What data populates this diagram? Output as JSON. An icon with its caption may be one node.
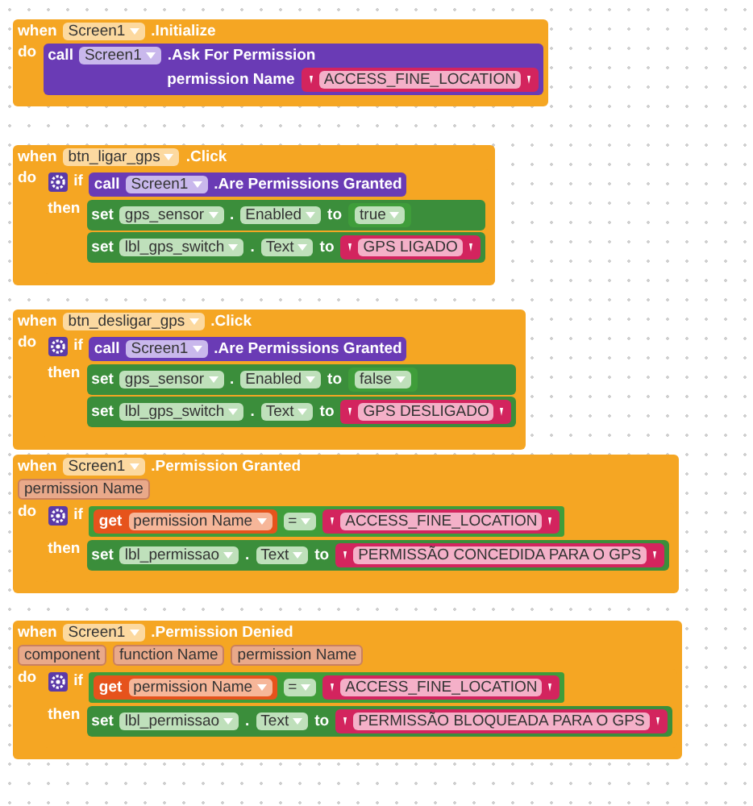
{
  "diagram": {
    "nodes": [
      {
        "text": [
          "when",
          ".Initialize",
          "do"
        ]
      },
      {
        "text": [
          "Screen1"
        ],
        "in": 0
      },
      {
        "text": [
          "call",
          ".Ask For Permission",
          "permission Name"
        ],
        "in": 0
      },
      {
        "text": [
          "Screen1"
        ],
        "in": 2
      },
      {
        "text": [
          "ACCESS_FINE_LOCATION"
        ],
        "in": 2
      },
      {
        "text": [
          "when",
          ".Click",
          "do"
        ]
      },
      {
        "text": [
          "btn_ligar_gps"
        ],
        "in": 5
      },
      {
        "text": [
          "if",
          "then"
        ],
        "in": 5
      },
      {
        "text": [
          "call",
          ".Are Permissions Granted"
        ],
        "in": 7
      },
      {
        "text": [
          "Screen1"
        ],
        "in": 8
      },
      {
        "text": [
          "set",
          ".",
          "to"
        ],
        "in": 7
      },
      {
        "text": [
          "gps_sensor"
        ],
        "in": 10
      },
      {
        "text": [
          "Enabled"
        ],
        "in": 10
      },
      {
        "text": [
          "true"
        ],
        "in": 10
      },
      {
        "text": [
          "set",
          ".",
          "to"
        ],
        "in": 7
      },
      {
        "text": [
          "lbl_gps_switch"
        ],
        "in": 14
      },
      {
        "text": [
          "Text"
        ],
        "in": 14
      },
      {
        "text": [
          "GPS LIGADO"
        ],
        "in": 14
      },
      {
        "text": [
          "when",
          ".Click",
          "do"
        ]
      },
      {
        "text": [
          "btn_desligar_gps"
        ],
        "in": 18
      },
      {
        "text": [
          "if",
          "then"
        ],
        "in": 18
      },
      {
        "text": [
          "call",
          ".Are Permissions Granted"
        ],
        "in": 20
      },
      {
        "text": [
          "Screen1"
        ],
        "in": 21
      },
      {
        "text": [
          "set",
          ".",
          "to"
        ],
        "in": 20
      },
      {
        "text": [
          "gps_sensor"
        ],
        "in": 23
      },
      {
        "text": [
          "Enabled"
        ],
        "in": 23
      },
      {
        "text": [
          "false"
        ],
        "in": 23
      },
      {
        "text": [
          "set",
          ".",
          "to"
        ],
        "in": 20
      },
      {
        "text": [
          "lbl_gps_switch"
        ],
        "in": 27
      },
      {
        "text": [
          "Text"
        ],
        "in": 27
      },
      {
        "text": [
          "GPS DESLIGADO"
        ],
        "in": 27
      },
      {
        "text": [
          "when",
          ".Permission Granted",
          "do"
        ]
      },
      {
        "text": [
          "Screen1"
        ],
        "in": 31
      },
      {
        "text": [
          "permission Name"
        ],
        "in": 31
      },
      {
        "text": [
          "if",
          "then"
        ],
        "in": 31
      },
      {
        "text": [],
        "shape": "box",
        "in": 34
      },
      {
        "text": [
          "get"
        ],
        "in": 35
      },
      {
        "text": [
          "permission Name"
        ],
        "in": 36
      },
      {
        "text": [
          "="
        ],
        "in": 35
      },
      {
        "text": [
          "ACCESS_FINE_LOCATION"
        ],
        "in": 35
      },
      {
        "text": [
          "set",
          ".",
          "to"
        ],
        "in": 34
      },
      {
        "text": [
          "lbl_permissao"
        ],
        "in": 40
      },
      {
        "text": [
          "Text"
        ],
        "in": 40
      },
      {
        "text": [
          "PERMISSÃO CONCEDIDA PARA O GPS"
        ],
        "in": 40
      },
      {
        "text": [
          "when",
          ".Permission Denied",
          "do"
        ]
      },
      {
        "text": [
          "Screen1"
        ],
        "in": 44
      },
      {
        "text": [
          "component"
        ],
        "in": 44
      },
      {
        "text": [
          "function Name"
        ],
        "in": 44
      },
      {
        "text": [
          "permission Name"
        ],
        "in": 44
      },
      {
        "text": [
          "if",
          "then"
        ],
        "in": 44
      },
      {
        "text": [],
        "shape": "box",
        "in": 49
      },
      {
        "text": [
          "get"
        ],
        "in": 50
      },
      {
        "text": [
          "permission Name"
        ],
        "in": 51
      },
      {
        "text": [
          "="
        ],
        "in": 50
      },
      {
        "text": [
          "ACCESS_FINE_LOCATION"
        ],
        "in": 50
      },
      {
        "text": [
          "set",
          ".",
          "to"
        ],
        "in": 49
      },
      {
        "text": [
          "lbl_permissao"
        ],
        "in": 55
      },
      {
        "text": [
          "Text"
        ],
        "in": 55
      },
      {
        "text": [
          "PERMISSÃO BLOQUEADA PARA O GPS"
        ],
        "in": 55
      }
    ]
  }
}
